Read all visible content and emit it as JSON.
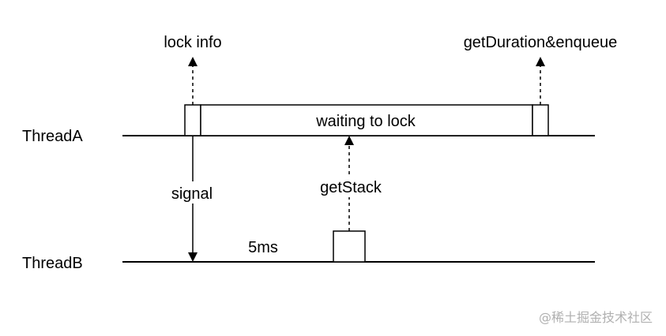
{
  "diagram": {
    "threads": {
      "a": "ThreadA",
      "b": "ThreadB"
    },
    "labels": {
      "lock_info": "lock info",
      "get_duration": "getDuration&enqueue",
      "waiting": "waiting to lock",
      "signal": "signal",
      "get_stack": "getStack",
      "interval": "5ms"
    },
    "watermark": "@稀土掘金技术社区"
  }
}
